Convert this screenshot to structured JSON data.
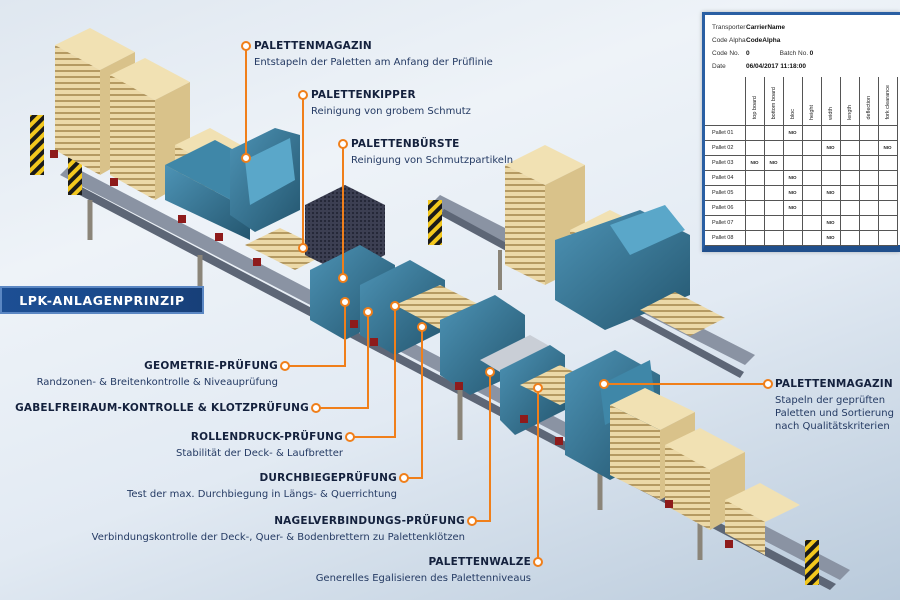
{
  "banner": {
    "title": "LPK-ANLAGENPRINZIP"
  },
  "colors": {
    "accent_orange": "#f07f1a",
    "navy_text": "#14213d",
    "machine_blue": "#2f6f8f",
    "banner_blue": "#1d4f94",
    "pallet_wood": "#e9d7a6",
    "hazard_yellow": "#f3c81e",
    "sensor_red": "#8e1b1b"
  },
  "callouts": [
    {
      "id": "palettenmagazin-start",
      "title": "PALETTENMAGAZIN",
      "desc": "Entstapeln der Paletten am Anfang der Prüflinie"
    },
    {
      "id": "palettenkipper",
      "title": "PALETTENKIPPER",
      "desc": "Reinigung von grobem Schmutz"
    },
    {
      "id": "palettenbuerste",
      "title": "PALETTENBÜRSTE",
      "desc": "Reinigung von Schmutzpartikeln"
    },
    {
      "id": "geometrie",
      "title": "GEOMETRIE-PRÜFUNG",
      "desc": "Randzonen- & Breitenkontrolle & Niveauprüfung"
    },
    {
      "id": "gabelfreiraum",
      "title": "GABELFREIRAUM-KONTROLLE & KLOTZPRÜFUNG",
      "desc": ""
    },
    {
      "id": "rollendruck",
      "title": "ROLLENDRUCK-PRÜFUNG",
      "desc": "Stabilität der Deck- & Laufbretter"
    },
    {
      "id": "durchbiege",
      "title": "DURCHBIEGEPRÜFUNG",
      "desc": "Test der max. Durchbiegung in Längs- & Querrichtung"
    },
    {
      "id": "nagelverbindung",
      "title": "NAGELVERBINDUNGS-PRÜFUNG",
      "desc": "Verbindungskontrolle der Deck-, Quer- & Bodenbrettern zu Palettenklötzen"
    },
    {
      "id": "palettenwalze",
      "title": "PALETTENWALZE",
      "desc": "Generelles Egalisieren des Palettenniveaus"
    },
    {
      "id": "palettenmagazin-end",
      "title": "PALETTENMAGAZIN",
      "desc_lines": [
        "Stapeln der geprüften",
        "Paletten und Sortierung",
        "nach Qualitätskriterien"
      ]
    }
  ],
  "report": {
    "fields": [
      {
        "label": "Transporter",
        "value": "CarrierName"
      },
      {
        "label": "Code Alpha",
        "value": "CodeAlpha"
      },
      {
        "label": "Code No.",
        "value": "0",
        "label2": "Batch No.",
        "value2": "0"
      },
      {
        "label": "Date",
        "value": "06/04/2017  11:18:00"
      }
    ],
    "columns": [
      "top board",
      "bottom board",
      "bloc",
      "height",
      "width",
      "length",
      "deflection",
      "fork clearance"
    ],
    "rows": [
      {
        "label": "Pallet 01",
        "cells": [
          "",
          "",
          "NIO",
          "",
          "",
          "",
          "",
          ""
        ]
      },
      {
        "label": "Pallet 02",
        "cells": [
          "",
          "",
          "",
          "",
          "NIO",
          "",
          "",
          "NIO"
        ]
      },
      {
        "label": "Pallet 03",
        "cells": [
          "NIO",
          "NIO",
          "",
          "",
          "",
          "",
          "",
          ""
        ]
      },
      {
        "label": "Pallet 04",
        "cells": [
          "",
          "",
          "NIO",
          "",
          "",
          "",
          "",
          ""
        ]
      },
      {
        "label": "Pallet 05",
        "cells": [
          "",
          "",
          "NIO",
          "",
          "NIO",
          "",
          "",
          ""
        ]
      },
      {
        "label": "Pallet 06",
        "cells": [
          "",
          "",
          "NIO",
          "",
          "",
          "",
          "",
          ""
        ]
      },
      {
        "label": "Pallet 07",
        "cells": [
          "",
          "",
          "",
          "",
          "NIO",
          "",
          "",
          ""
        ]
      },
      {
        "label": "Pallet 08",
        "cells": [
          "",
          "",
          "",
          "",
          "NIO",
          "",
          "",
          ""
        ]
      }
    ]
  }
}
